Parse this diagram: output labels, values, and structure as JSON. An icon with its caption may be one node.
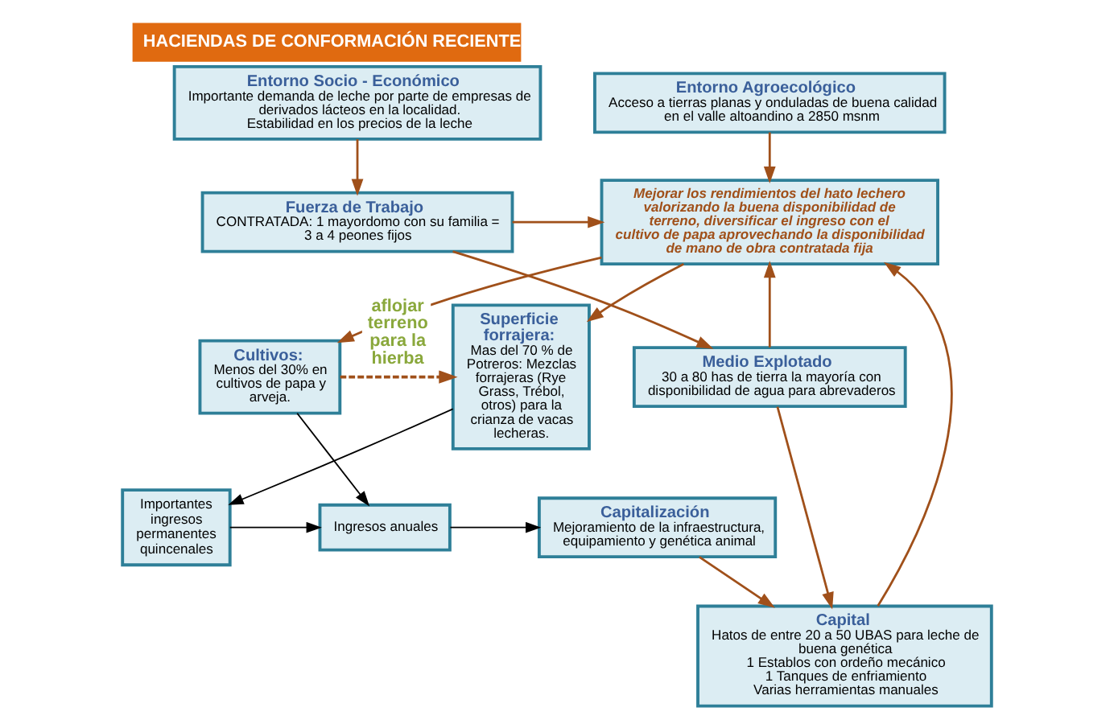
{
  "diagram": {
    "title": "HACIENDAS DE CONFORMACIÓN RECIENTE",
    "nodes": [
      {
        "text": [
          "Entorno Agroecológico",
          "Acceso a tierras planas y onduladas de buena calidad en el valle altoandino a 2850 msnm"
        ]
      },
      {
        "text": [
          "Entorno Socio - Económico",
          "Importante demanda de leche por parte de empresas de derivados lácteos en la localidad.",
          "Estabilidad en los precios de la leche"
        ]
      },
      {
        "text": [
          "Mejorar los rendimientos del hato lechero valorizando la buena disponibilidad de terreno, diversificar el ingreso con el cultivo de papa aprovechando la disponibilidad de mano de obra contratada fija"
        ]
      },
      {
        "text": [
          "Fuerza de Trabajo",
          "CONTRATADA: 1 mayordomo con su familia = 3 a 4 peones fijos"
        ]
      },
      {
        "text": [
          "Superficie forrajera:",
          "Mas del 70 % de Potreros: Mezclas forrajeras (Rye Grass, Trébol, otros) para la crianza de vacas lecheras."
        ]
      },
      {
        "text": [
          "Cultivos:",
          "Menos del 30% en cultivos de papa y arveja."
        ]
      },
      {
        "text": [
          "Medio Explotado",
          "30 a 80 has de tierra la mayoría con disponibilidad de agua para abrevaderos"
        ]
      },
      {
        "text": [
          "Capital",
          "Hatos de entre 20 a 50 UBAS para leche de buena genética",
          "1 Establos con ordeño mecánico",
          "1 Tanques de enfriamiento",
          "Varias herramientas manuales"
        ]
      },
      {
        "text": [
          "Importantes ingresos permanentes quincenales"
        ]
      },
      {
        "text": [
          "Ingresos anuales"
        ]
      },
      {
        "text": [
          "Capitalización",
          "Mejoramiento de la infraestructura, equipamiento y genética animal"
        ]
      }
    ],
    "edges": [
      {
        "from": 0,
        "to": 2,
        "arrow": "to"
      },
      {
        "from": 1,
        "to": 3,
        "arrow": "to"
      },
      {
        "from": 3,
        "to": 2,
        "arrow": "to"
      },
      {
        "from": 6,
        "to": 2,
        "arrow": "to"
      },
      {
        "from": 7,
        "to": 2,
        "arrow": "to"
      },
      {
        "from": 3,
        "to": 6,
        "arrow": "to"
      },
      {
        "from": 6,
        "to": 7,
        "arrow": "to"
      },
      {
        "from": 2,
        "to": 4,
        "arrow": "to"
      },
      {
        "from": 2,
        "to": 5,
        "arrow": "to"
      },
      {
        "from": 5,
        "to": 4,
        "arrow": "to",
        "style": "dashed",
        "label": "aflojar terreno para la hierba"
      },
      {
        "from": 4,
        "to": 8,
        "arrow": "to",
        "color": "#000000"
      },
      {
        "from": 5,
        "to": 9,
        "arrow": "to",
        "color": "#000000"
      },
      {
        "from": 8,
        "to": 9,
        "arrow": "to",
        "color": "#000000"
      },
      {
        "from": 9,
        "to": 10,
        "arrow": "to",
        "color": "#000000"
      },
      {
        "from": 10,
        "to": 7,
        "arrow": "to"
      }
    ]
  }
}
